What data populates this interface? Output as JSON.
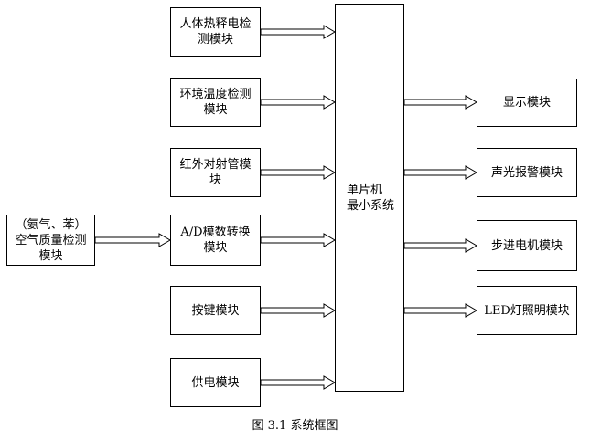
{
  "modules_in": [
    "人体热释电检测模块",
    "环境温度检测模块",
    "红外对射管模块",
    "A/D模数转换模块",
    "按键模块",
    "供电模块"
  ],
  "gas_module": "（氨气、苯）空气质量检测模块",
  "mcu": "单片机\n最小系统",
  "modules_out": [
    "显示模块",
    "声光报警模块",
    "步进电机模块",
    "LED灯照明模块"
  ],
  "caption": "图 3.1  系统框图"
}
